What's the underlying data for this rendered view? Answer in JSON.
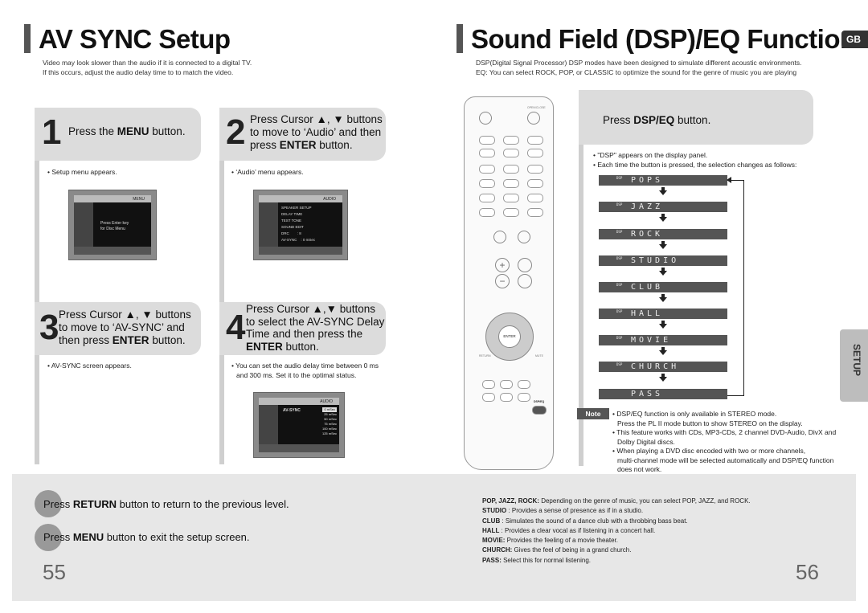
{
  "left": {
    "title": "AV SYNC Setup",
    "intro": [
      "Video may look slower than the audio if it is connected to a digital TV.",
      "If this occurs, adjust the audio delay time to to match the video."
    ],
    "steps": [
      {
        "num": "1",
        "text_parts": [
          "Press the ",
          "MENU",
          " button."
        ],
        "bullet": "• Setup menu appears."
      },
      {
        "num": "2",
        "line1": "Press Cursor ▲, ▼ buttons",
        "line2": "to move to ‘Audio’ and then",
        "line3_pre": "press ",
        "line3_bold": "ENTER",
        "line3_post": " button.",
        "bullet": "• ‘Audio’ menu appears."
      },
      {
        "num": "3",
        "line1": "Press Cursor ▲, ▼ buttons",
        "line2": "to move to ‘AV-SYNC’ and",
        "line3_pre": "then press ",
        "line3_bold": "ENTER",
        "line3_post": " button.",
        "bullet": "• AV-SYNC screen appears."
      },
      {
        "num": "4",
        "line1": "Press Cursor ▲,▼ buttons",
        "line2": "to select the AV-SYNC Delay",
        "line3": "Time  and then press the",
        "line4_bold": "ENTER",
        "line4_post": " button.",
        "bullet1": "• You can set the audio delay time between 0 ms",
        "bullet2": "and 300 ms. Set it to the optimal status."
      }
    ],
    "screen1": {
      "head": "MENU",
      "line1": "Press Enter key",
      "line2": "for Disc Menu"
    },
    "screen2": {
      "head": "AUDIO",
      "menu": "SPEAKER SETUP\nDELAY TIME\nTEST TONE\nSOUND EDIT\nDRC        : 8\nAV-SYNC    : 0 mSec"
    },
    "screen3": {
      "head": "AUDIO",
      "label": "AV-SYNC",
      "values": [
        "0 mSec",
        "25 mSec",
        "50 mSec",
        "75 mSec",
        "100 mSec",
        "125 mSec"
      ]
    },
    "bottom1": {
      "pre": "Press ",
      "bold": "RETURN",
      "post": " button to return to the previous level."
    },
    "bottom2": {
      "pre": "Press ",
      "bold": "MENU",
      "post": " button to exit the setup screen."
    },
    "page": "55"
  },
  "right": {
    "title": "Sound Field (DSP)/EQ Function",
    "gb": "GB",
    "intro": [
      "DSP(Digital Signal Processor) DSP modes have been designed to simulate different acoustic environments.",
      "EQ: You can select ROCK, POP, or CLASSIC to optimize the sound for the genre of music you are playing"
    ],
    "press": {
      "pre": "Press ",
      "bold": "DSP/EQ",
      "post": " button."
    },
    "bullets": [
      "• \"DSP\" appears on the display panel.",
      "• Each time the button is pressed, the selection changes as follows:"
    ],
    "modes": [
      "POPS",
      "JAZZ",
      "ROCK",
      "STUDIO",
      "CLUB",
      "HALL",
      "MOVIE",
      "CHURCH",
      "PASS"
    ],
    "dsp_tag": "DSP",
    "note_label": "Note",
    "notes": [
      "• DSP/EQ function is only available in STEREO mode.",
      "Press the  PL II mode button to show STEREO on the display.",
      "• This feature works with CDs, MP3-CDs, 2 channel DVD-Audio, DivX and",
      "Dolby Digital discs.",
      "• When playing a DVD disc encoded with two or more channels,",
      "multi-channel mode will be selected automatically and DSP/EQ function",
      "does not work."
    ],
    "descriptions": [
      {
        "bold": "POP, JAZZ, ROCK:",
        "text": " Depending on the genre of music, you can select POP, JAZZ, and ROCK."
      },
      {
        "bold": "STUDIO",
        "text": " : Provides a sense of presence as if in a studio."
      },
      {
        "bold": "CLUB",
        "text": " : Simulates the sound of a dance club with a throbbing bass beat."
      },
      {
        "bold": "HALL",
        "text": " : Provides a clear vocal as if listening in a concert hall."
      },
      {
        "bold": "MOVIE:",
        "text": " Provides the feeling of a movie theater."
      },
      {
        "bold": "CHURCH:",
        "text": " Gives the feel of being in a grand church."
      },
      {
        "bold": "PASS:",
        "text": " Select this for normal listening."
      }
    ],
    "side_tab": "SETUP",
    "remote": {
      "enter": "ENTER",
      "return": "RETURN",
      "mute": "MUTE",
      "dsp_eq": "DSP/EQ",
      "open_close": "OPEN/CLOSE"
    },
    "page": "56"
  }
}
